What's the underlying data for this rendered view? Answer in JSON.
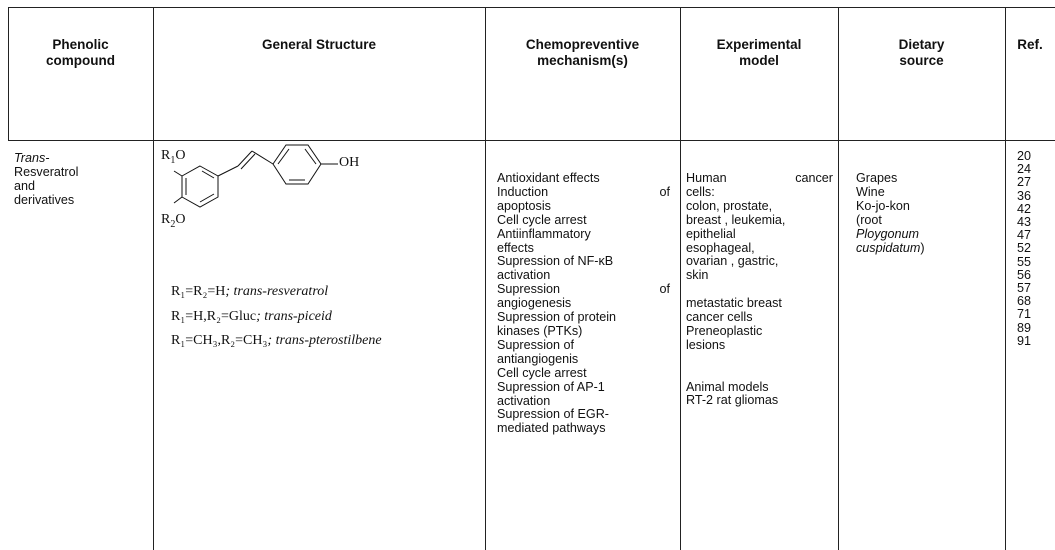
{
  "headers": {
    "phenolic": [
      "Phenolic",
      "compound"
    ],
    "structure": "General Structure",
    "mechanism": [
      "Chemopreventive",
      "mechanism(s)"
    ],
    "model": [
      "Experimental",
      "model"
    ],
    "dietary": [
      "Dietary",
      "source"
    ],
    "ref": "Ref."
  },
  "row": {
    "compound": {
      "italic": "Trans-",
      "rest": [
        "Resveratrol",
        "and",
        "derivatives"
      ]
    },
    "structure": {
      "atoms": {
        "r1o": [
          "R",
          "1",
          "O"
        ],
        "r2o": [
          "R",
          "2",
          "O"
        ],
        "oh": "OH"
      },
      "formulas": [
        {
          "text": "R₁=R₂=H",
          "name": "trans-resveratrol"
        },
        {
          "text": "R₁=H,R₂=Gluc",
          "name": "trans-piceid"
        },
        {
          "text": "R₁=CH₃,R₂=CH₃",
          "name": "trans-pterostilbene"
        }
      ]
    },
    "mechanisms": [
      "Antioxidant effects",
      [
        "Induction",
        "of"
      ],
      "apoptosis",
      "Cell cycle arrest",
      "Antiinflammatory",
      "effects",
      "Supression of NF-κB",
      "activation",
      [
        "Supression",
        "of"
      ],
      "angiogenesis",
      "Supression of protein",
      "kinases (PTKs)",
      "Supression of",
      "antiangiogenis",
      "Cell cycle arrest",
      "Supression of AP-1",
      "activation",
      "Supression of EGR-",
      "mediated pathways"
    ],
    "models": [
      [
        "Human",
        "cancer"
      ],
      "cells:",
      "colon, prostate,",
      "breast , leukemia,",
      "epithelial",
      "esophageal,",
      "ovarian , gastric,",
      "skin",
      "",
      "metastatic breast",
      "cancer cells",
      "Preneoplastic",
      "lesions",
      "",
      "",
      "Animal models",
      "RT-2 rat  gliomas"
    ],
    "dietary": {
      "lines": [
        "Grapes",
        "Wine",
        "Ko-jo-kon"
      ],
      "root_prefix": "(root",
      "species_1": "Ploygonum",
      "species_2": "cuspidatum",
      "root_suffix": ")"
    },
    "refs": [
      "20",
      "24",
      "27",
      "36",
      "42",
      "43",
      "47",
      "52",
      "55",
      "56",
      "57",
      "68",
      "71",
      "89",
      "91"
    ]
  }
}
